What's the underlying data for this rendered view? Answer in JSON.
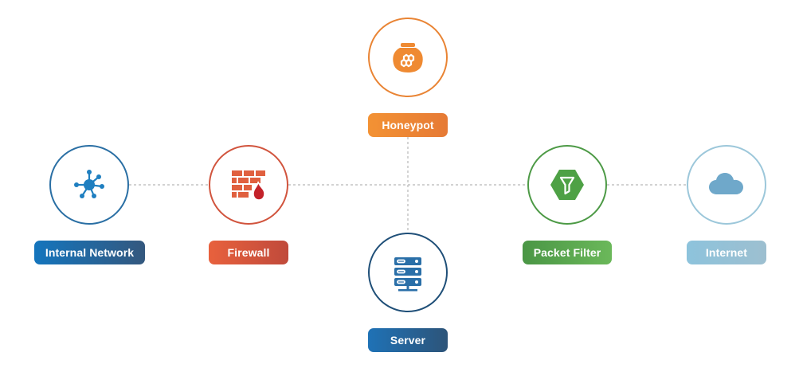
{
  "nodes": {
    "internal_network": {
      "label": "Internal Network",
      "icon": "network-hub-icon",
      "color": "#1e6aa6"
    },
    "firewall": {
      "label": "Firewall",
      "icon": "brick-wall-flame-icon",
      "color": "#d1543d"
    },
    "honeypot": {
      "label": "Honeypot",
      "icon": "honey-jar-icon",
      "color": "#ea8030"
    },
    "server": {
      "label": "Server",
      "icon": "server-rack-icon",
      "color": "#1f5789"
    },
    "packet_filter": {
      "label": "Packet Filter",
      "icon": "funnel-hexagon-icon",
      "color": "#4c9a45"
    },
    "internet": {
      "label": "Internet",
      "icon": "cloud-icon",
      "color": "#8ec2d8"
    }
  },
  "connector_color": "#b8b8b8"
}
